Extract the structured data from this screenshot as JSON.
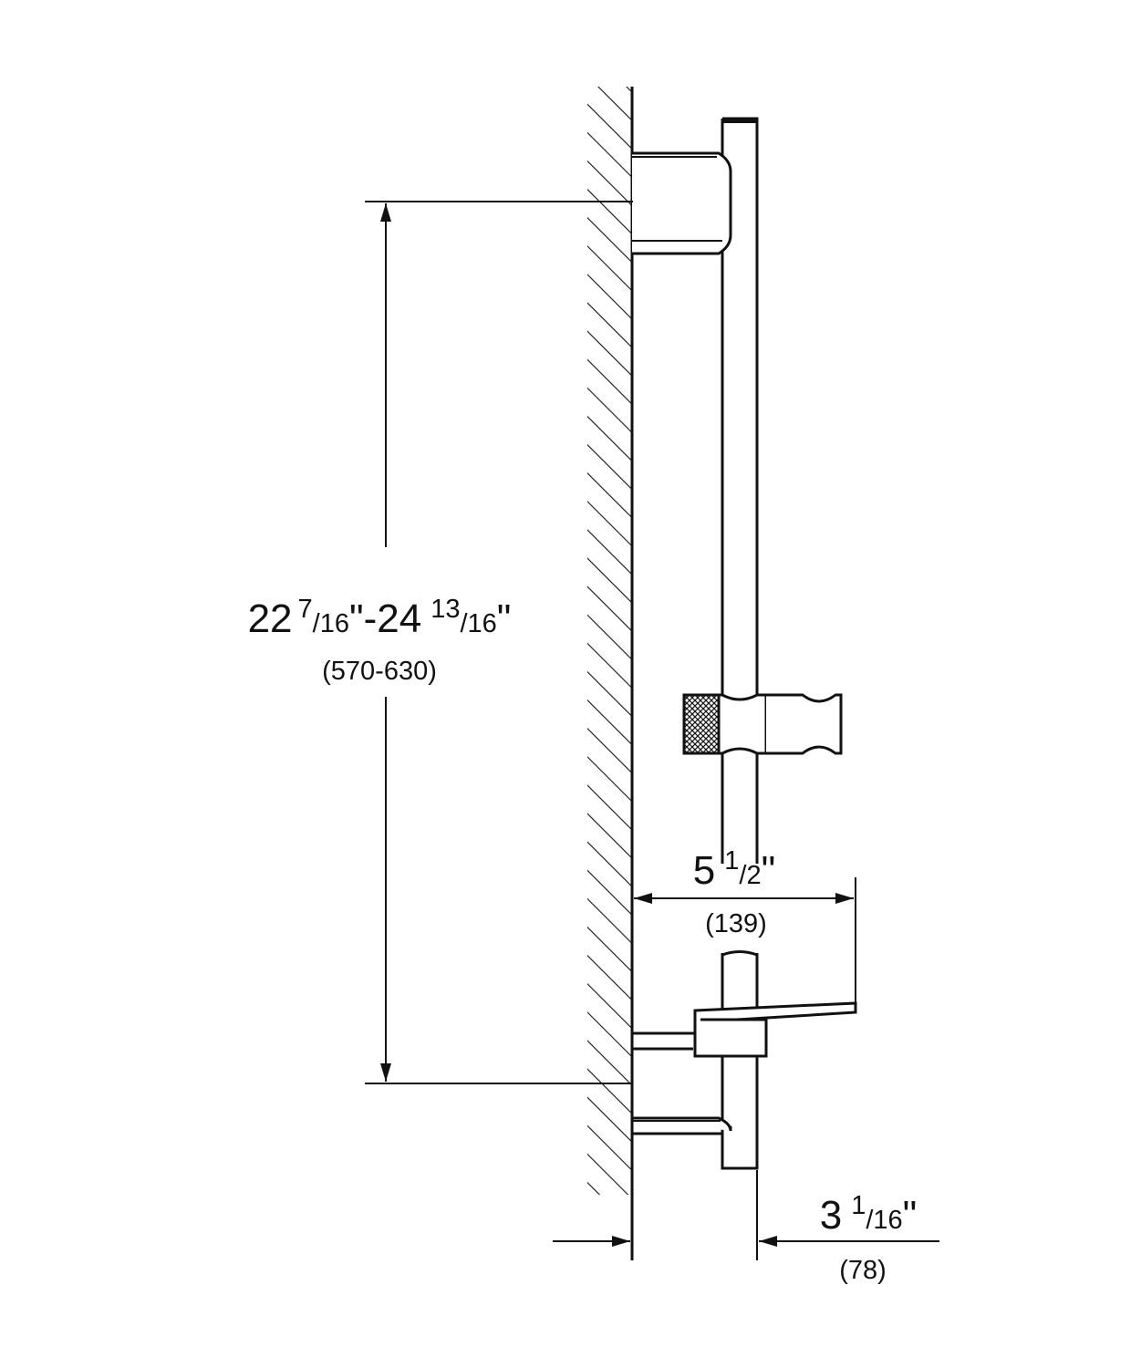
{
  "dimensions": {
    "height": {
      "whole_a": "22",
      "num_a": "7",
      "den_a": "/16",
      "sep": "\"-24",
      "num_b": "13",
      "den_b": "/16",
      "inch": "\"",
      "metric": "(570-630)"
    },
    "reach": {
      "whole": "5",
      "num": "1",
      "den": "/2",
      "inch": "\"",
      "metric": "(139)"
    },
    "projection": {
      "whole": "3",
      "num": "1",
      "den": "/16",
      "inch": "\"",
      "metric": "(78)"
    }
  },
  "colors": {
    "line": "#111111",
    "background": "#ffffff"
  }
}
